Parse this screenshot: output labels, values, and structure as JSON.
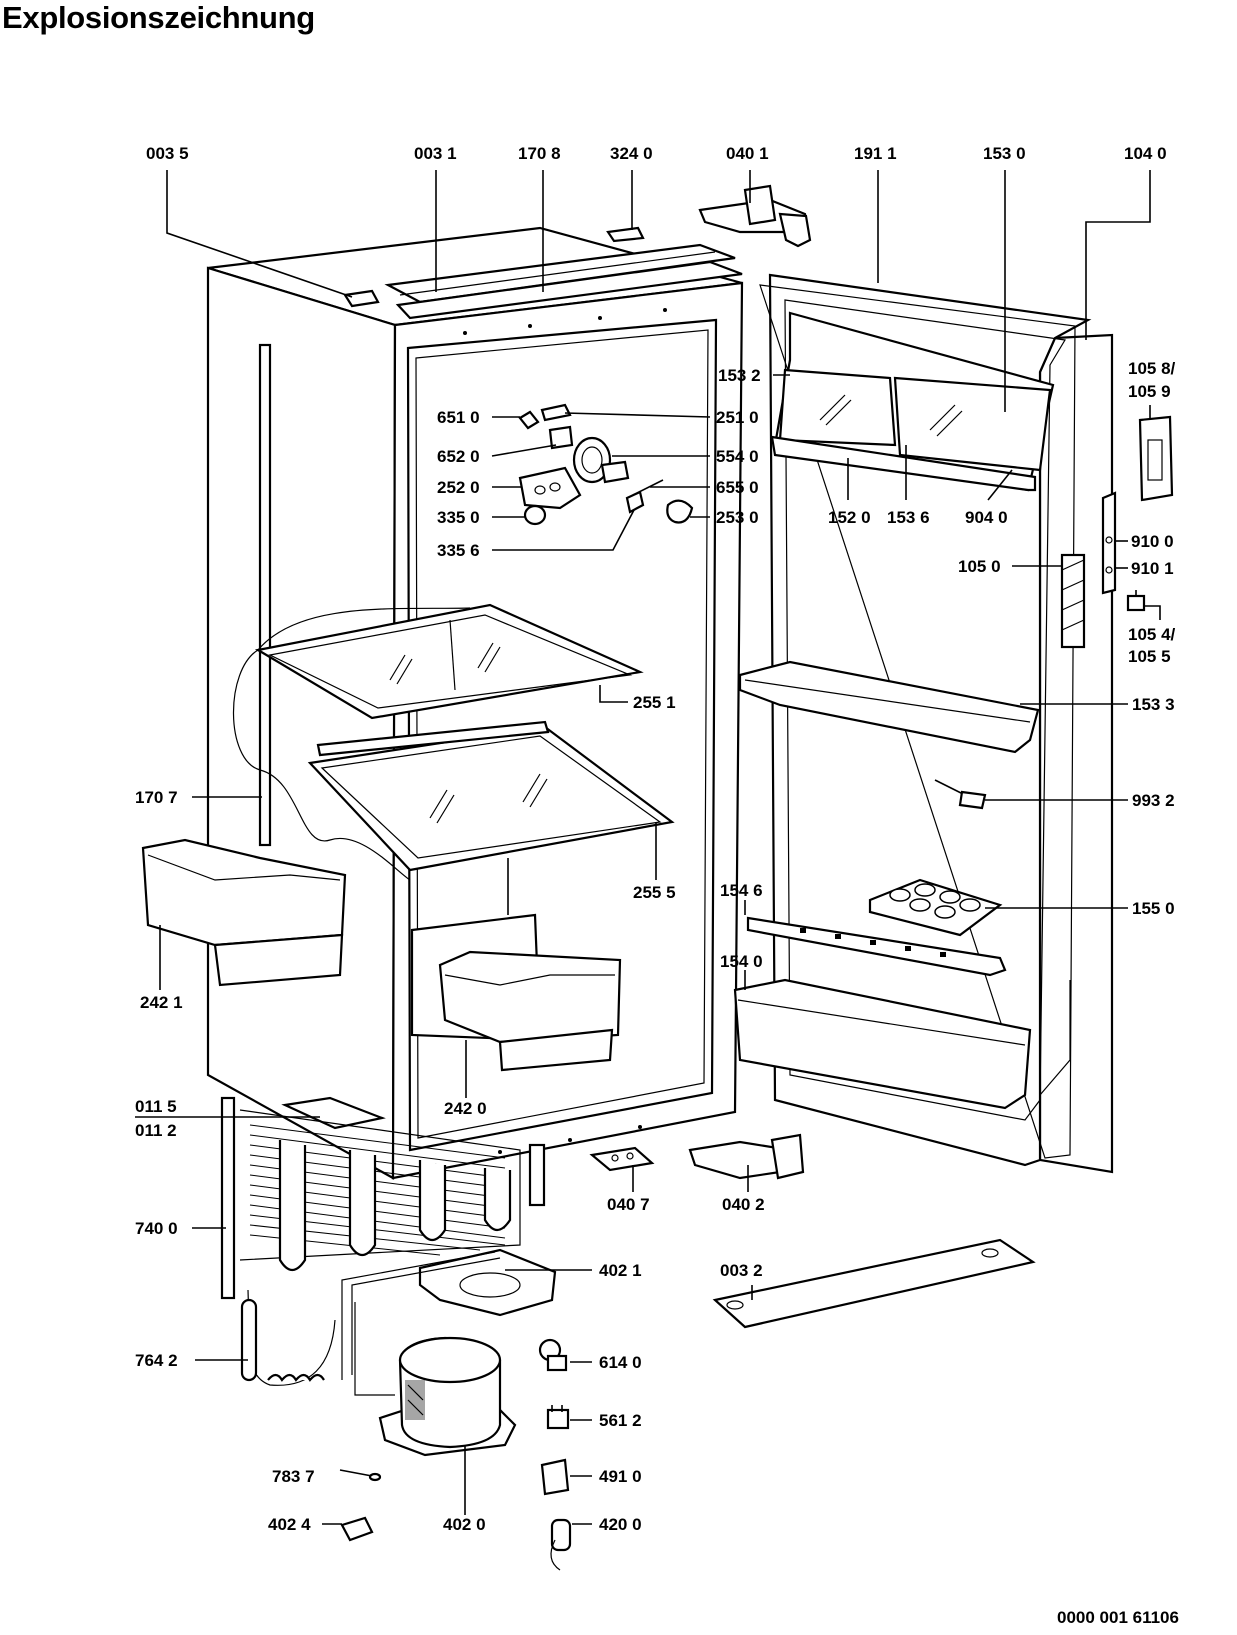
{
  "title": "Explosionszeichnung",
  "doc_number": "0000 001 61106",
  "labels": [
    {
      "id": "l0035",
      "text": "003 5"
    },
    {
      "id": "l0031",
      "text": "003 1"
    },
    {
      "id": "l1708",
      "text": "170 8"
    },
    {
      "id": "l3240",
      "text": "324 0"
    },
    {
      "id": "l0401",
      "text": "040 1"
    },
    {
      "id": "l1911",
      "text": "191 1"
    },
    {
      "id": "l1530",
      "text": "153 0"
    },
    {
      "id": "l1040",
      "text": "104 0"
    },
    {
      "id": "l1532",
      "text": "153 2"
    },
    {
      "id": "l1058",
      "text": "105 8/"
    },
    {
      "id": "l1059",
      "text": "105 9"
    },
    {
      "id": "l6510",
      "text": "651 0"
    },
    {
      "id": "l2510",
      "text": "251 0"
    },
    {
      "id": "l6520",
      "text": "652 0"
    },
    {
      "id": "l5540",
      "text": "554 0"
    },
    {
      "id": "l2520",
      "text": "252 0"
    },
    {
      "id": "l6550",
      "text": "655 0"
    },
    {
      "id": "l3350",
      "text": "335 0"
    },
    {
      "id": "l2530",
      "text": "253 0"
    },
    {
      "id": "l1520",
      "text": "152 0"
    },
    {
      "id": "l1536",
      "text": "153 6"
    },
    {
      "id": "l9040",
      "text": "904 0"
    },
    {
      "id": "l3356",
      "text": "335 6"
    },
    {
      "id": "l9100",
      "text": "910 0"
    },
    {
      "id": "l1050",
      "text": "105 0"
    },
    {
      "id": "l9101",
      "text": "910 1"
    },
    {
      "id": "l1054",
      "text": "105 4/"
    },
    {
      "id": "l1055",
      "text": "105 5"
    },
    {
      "id": "l2551",
      "text": "255 1"
    },
    {
      "id": "l1533",
      "text": "153 3"
    },
    {
      "id": "l1707",
      "text": "170 7"
    },
    {
      "id": "l9932",
      "text": "993 2"
    },
    {
      "id": "l2555",
      "text": "255 5"
    },
    {
      "id": "l1546",
      "text": "154 6"
    },
    {
      "id": "l1550",
      "text": "155 0"
    },
    {
      "id": "l2421",
      "text": "242 1"
    },
    {
      "id": "l1540",
      "text": "154 0"
    },
    {
      "id": "l2420",
      "text": "242 0"
    },
    {
      "id": "l0115",
      "text": "011 5"
    },
    {
      "id": "l0112",
      "text": "011 2"
    },
    {
      "id": "l0407",
      "text": "040 7"
    },
    {
      "id": "l0402",
      "text": "040 2"
    },
    {
      "id": "l7400",
      "text": "740 0"
    },
    {
      "id": "l4021",
      "text": "402 1"
    },
    {
      "id": "l0032",
      "text": "003 2"
    },
    {
      "id": "l7642",
      "text": "764 2"
    },
    {
      "id": "l6140",
      "text": "614 0"
    },
    {
      "id": "l5612",
      "text": "561 2"
    },
    {
      "id": "l7837",
      "text": "783 7"
    },
    {
      "id": "l4910",
      "text": "491 0"
    },
    {
      "id": "l4024",
      "text": "402 4"
    },
    {
      "id": "l4020",
      "text": "402 0"
    },
    {
      "id": "l4200",
      "text": "420 0"
    }
  ]
}
